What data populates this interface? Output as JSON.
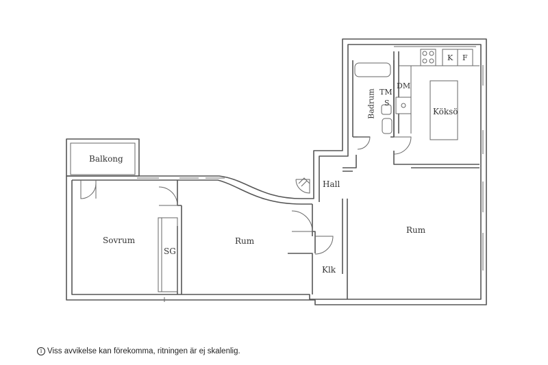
{
  "rooms": {
    "balkong": "Balkong",
    "sovrum": "Sovrum",
    "sg": "SG",
    "rum_middle": "Rum",
    "hall": "Hall",
    "klk": "Klk",
    "rum_right": "Rum",
    "badrum": "Badrum",
    "tm": "TM",
    "s": "S",
    "dm": "DM",
    "kokso": "Köksö",
    "k": "K",
    "f": "F"
  },
  "disclaimer": {
    "icon": "info-icon",
    "icon_glyph": "i",
    "text": "Viss avvikelse kan förekomma, ritningen är ej skalenlig."
  }
}
